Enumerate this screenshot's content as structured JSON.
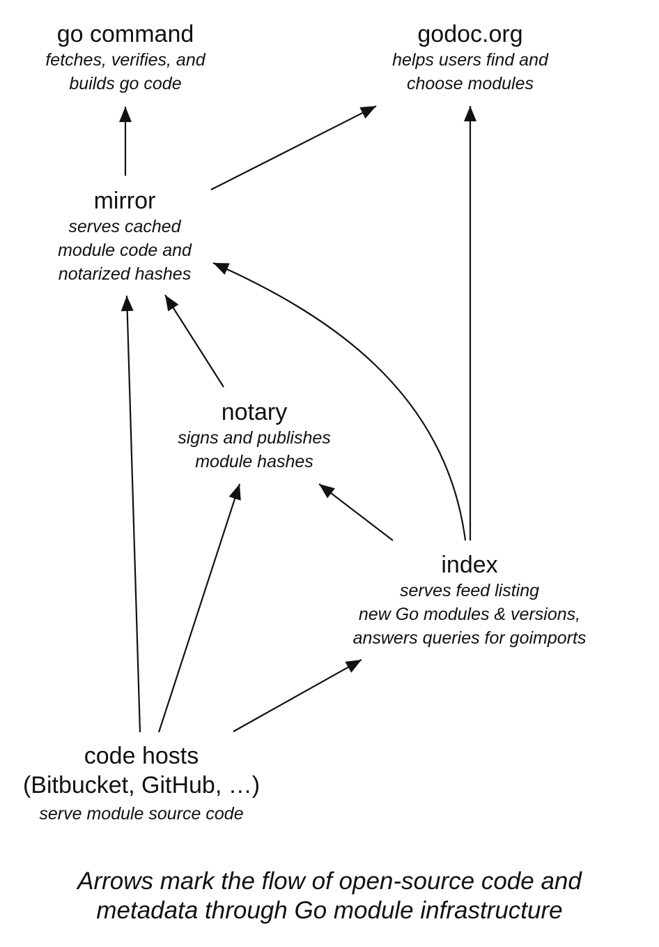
{
  "diagram": {
    "nodes": [
      {
        "id": "gocmd",
        "title": "go command",
        "desc": [
          "fetches, verifies, and",
          "builds go code"
        ]
      },
      {
        "id": "godoc",
        "title": "godoc.org",
        "desc": [
          "helps users find and",
          "choose modules"
        ]
      },
      {
        "id": "mirror",
        "title": "mirror",
        "desc": [
          "serves cached",
          "module code and",
          "notarized hashes"
        ]
      },
      {
        "id": "notary",
        "title": "notary",
        "desc": [
          "signs and publishes",
          "module hashes"
        ]
      },
      {
        "id": "index",
        "title": "index",
        "desc": [
          "serves feed listing",
          "new Go modules & versions,",
          "answers queries for goimports"
        ]
      },
      {
        "id": "hosts",
        "title": "code hosts",
        "subtitle": "(Bitbucket, GitHub, …)",
        "desc": [
          "serve module source code"
        ]
      }
    ],
    "edges": [
      {
        "from": "mirror",
        "to": "gocmd"
      },
      {
        "from": "mirror",
        "to": "godoc"
      },
      {
        "from": "index",
        "to": "godoc"
      },
      {
        "from": "notary",
        "to": "mirror"
      },
      {
        "from": "index",
        "to": "mirror",
        "curved": true
      },
      {
        "from": "hosts",
        "to": "mirror"
      },
      {
        "from": "hosts",
        "to": "notary"
      },
      {
        "from": "index",
        "to": "notary"
      },
      {
        "from": "hosts",
        "to": "index"
      }
    ],
    "caption": [
      "Arrows mark the flow of open-source code and",
      "metadata through Go module infrastructure"
    ]
  }
}
